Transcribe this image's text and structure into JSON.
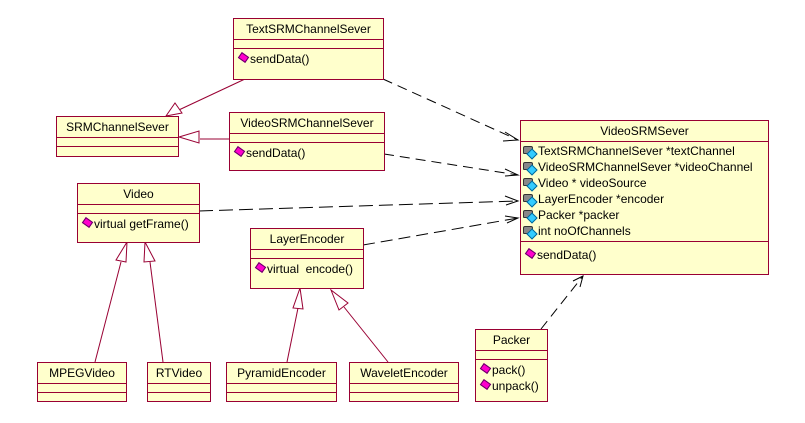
{
  "diagram": {
    "type": "uml-class-diagram",
    "classes": {
      "text_srm_channel_sever": {
        "name": "TextSRMChannelSever",
        "attributes": [],
        "operations": [
          "sendData()"
        ]
      },
      "srm_channel_sever": {
        "name": "SRMChannelSever",
        "attributes": [],
        "operations": []
      },
      "video_srm_channel_sever": {
        "name": "VideoSRMChannelSever",
        "attributes": [],
        "operations": [
          "sendData()"
        ]
      },
      "video": {
        "name": "Video",
        "attributes": [],
        "operations": [
          "virtual getFrame()"
        ]
      },
      "layer_encoder": {
        "name": "LayerEncoder",
        "attributes": [],
        "operations": [
          "virtual  encode()"
        ]
      },
      "video_srm_sever": {
        "name": "VideoSRMSever",
        "attributes": [
          "TextSRMChannelSever *textChannel",
          "VideoSRMChannelSever *videoChannel",
          "Video * videoSource",
          "LayerEncoder *encoder",
          "Packer *packer",
          "int noOfChannels"
        ],
        "operations": [
          "sendData()"
        ]
      },
      "packer": {
        "name": "Packer",
        "attributes": [],
        "operations": [
          "pack()",
          "unpack()"
        ]
      },
      "mpeg_video": {
        "name": "MPEGVideo",
        "attributes": [],
        "operations": []
      },
      "rt_video": {
        "name": "RTVideo",
        "attributes": [],
        "operations": []
      },
      "pyramid_encoder": {
        "name": "PyramidEncoder",
        "attributes": [],
        "operations": []
      },
      "wavelet_encoder": {
        "name": "WaveletEncoder",
        "attributes": [],
        "operations": []
      }
    },
    "relationships": [
      {
        "kind": "generalization",
        "from": "TextSRMChannelSever",
        "to": "SRMChannelSever"
      },
      {
        "kind": "generalization",
        "from": "VideoSRMChannelSever",
        "to": "SRMChannelSever"
      },
      {
        "kind": "generalization",
        "from": "MPEGVideo",
        "to": "Video"
      },
      {
        "kind": "generalization",
        "from": "RTVideo",
        "to": "Video"
      },
      {
        "kind": "generalization",
        "from": "PyramidEncoder",
        "to": "LayerEncoder"
      },
      {
        "kind": "generalization",
        "from": "WaveletEncoder",
        "to": "LayerEncoder"
      },
      {
        "kind": "dependency",
        "from": "TextSRMChannelSever",
        "to": "VideoSRMSever"
      },
      {
        "kind": "dependency",
        "from": "VideoSRMChannelSever",
        "to": "VideoSRMSever"
      },
      {
        "kind": "dependency",
        "from": "Video",
        "to": "VideoSRMSever"
      },
      {
        "kind": "dependency",
        "from": "LayerEncoder",
        "to": "VideoSRMSever"
      },
      {
        "kind": "dependency",
        "from": "Packer",
        "to": "VideoSRMSever"
      }
    ],
    "colors": {
      "class_fill": "#ffffcc",
      "class_border": "#990033",
      "generalization_line": "#990033",
      "dependency_line": "#000000",
      "operation_icon": "#ff00cc",
      "attribute_icon": "#33ccff"
    }
  }
}
